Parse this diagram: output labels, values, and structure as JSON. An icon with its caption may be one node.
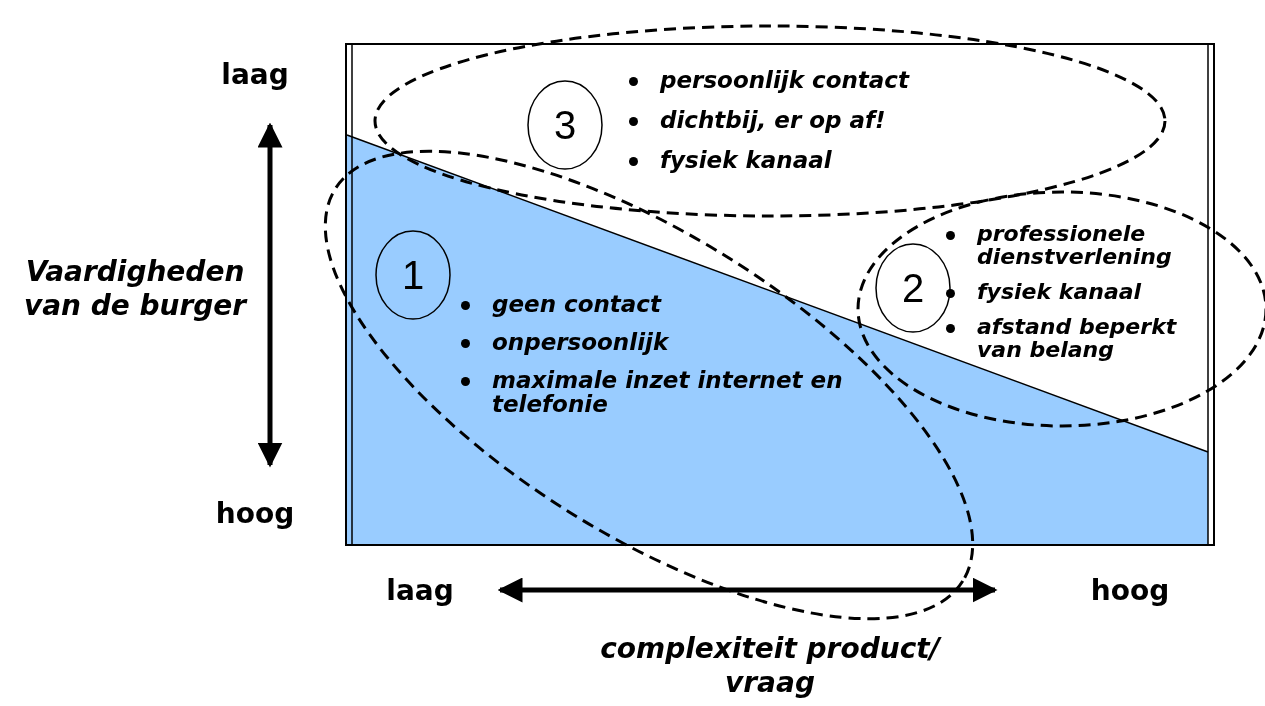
{
  "diagram": {
    "nodes": [
      {
        "text": [
          "persoonlijk contact",
          "dichtbij, er op af!",
          "fysiek kanaal"
        ]
      },
      {
        "text": [
          "3"
        ],
        "in": 0
      },
      {
        "text": [
          "geen contact",
          "onpersoonlijk",
          "maximale inzet internet en telefonie"
        ]
      },
      {
        "text": [
          "1"
        ],
        "in": 2
      },
      {
        "text": [
          "professionele dienstverlening",
          "fysiek kanaal",
          "afstand beperkt van belang"
        ]
      },
      {
        "text": [
          "2"
        ],
        "in": 4
      }
    ],
    "labels": [
      "laag",
      "Vaardigheden van de burger",
      "hoog",
      "laag",
      "hoog",
      "complexiteit product/ vraag"
    ]
  }
}
